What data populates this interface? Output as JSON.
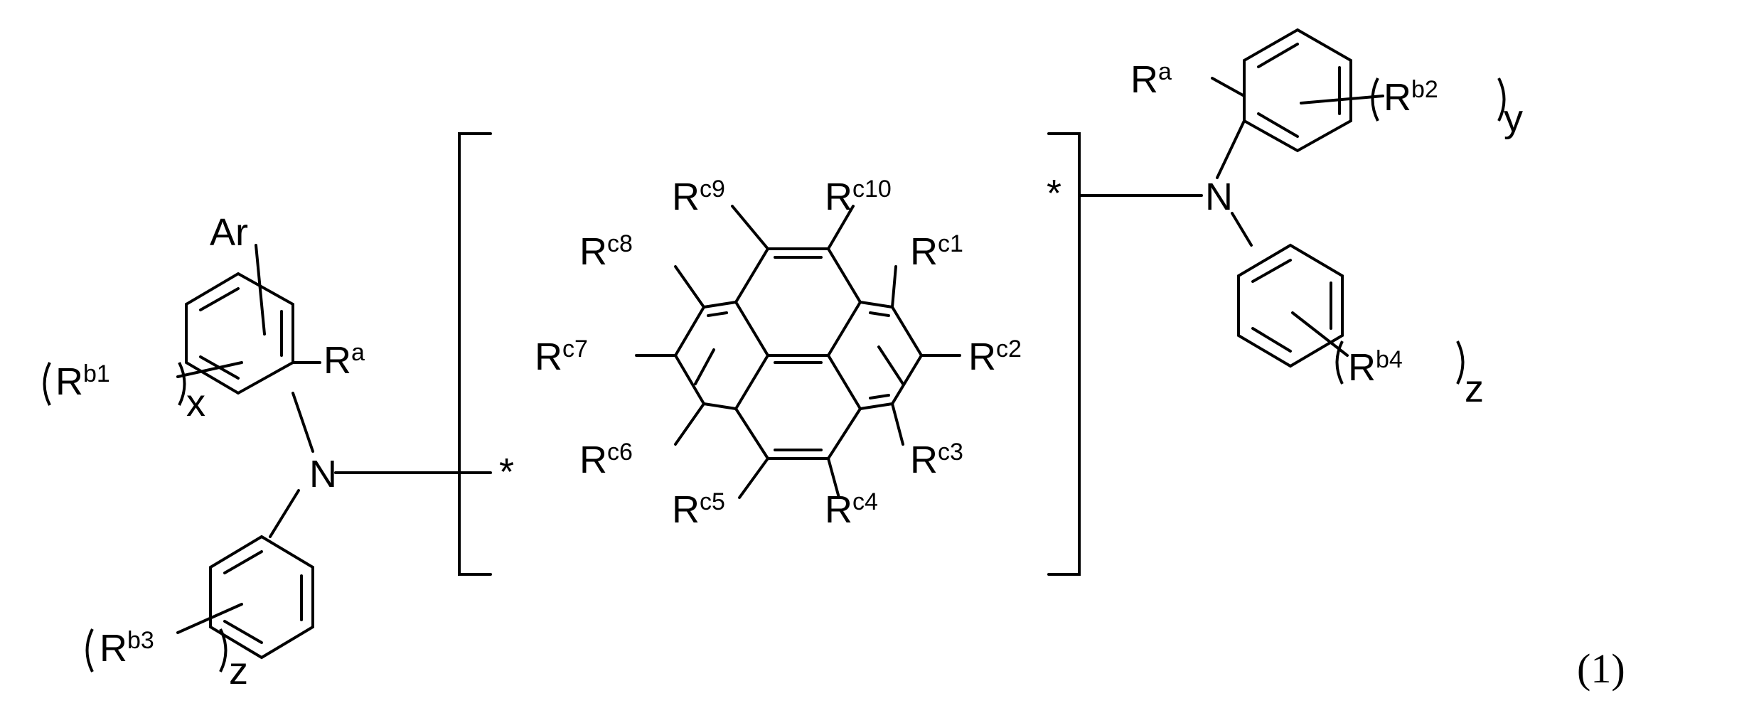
{
  "formula": {
    "equation_number": "(1)",
    "core": {
      "substituents": [
        {
          "id": "c1",
          "base": "R",
          "sup": "c1"
        },
        {
          "id": "c2",
          "base": "R",
          "sup": "c2"
        },
        {
          "id": "c3",
          "base": "R",
          "sup": "c3"
        },
        {
          "id": "c4",
          "base": "R",
          "sup": "c4"
        },
        {
          "id": "c5",
          "base": "R",
          "sup": "c5"
        },
        {
          "id": "c6",
          "base": "R",
          "sup": "c6"
        },
        {
          "id": "c7",
          "base": "R",
          "sup": "c7"
        },
        {
          "id": "c8",
          "base": "R",
          "sup": "c8"
        },
        {
          "id": "c9",
          "base": "R",
          "sup": "c9"
        },
        {
          "id": "c10",
          "base": "R",
          "sup": "c10"
        }
      ]
    },
    "left_amine": {
      "n": "N",
      "ar": "Ar",
      "ra": {
        "base": "R",
        "sup": "a"
      },
      "rb1": {
        "base": "R",
        "sup": "b1",
        "sub": "x"
      },
      "rb3": {
        "base": "R",
        "sup": "b3",
        "sub": "z"
      },
      "star": "*"
    },
    "right_amine": {
      "n": "N",
      "ra": {
        "base": "R",
        "sup": "a"
      },
      "rb2": {
        "base": "R",
        "sup": "b2",
        "sub": "y"
      },
      "rb4": {
        "base": "R",
        "sup": "b4",
        "sub": "z"
      },
      "star": "*"
    }
  }
}
